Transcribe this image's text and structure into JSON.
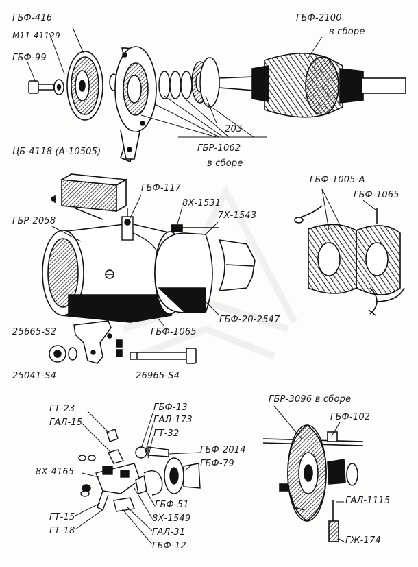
{
  "labels": {
    "gbf_416": "ГБФ-416",
    "m11_41129": "М11-41129",
    "gbf_99": "ГБФ-99",
    "gbf_2100": "ГБФ-2100",
    "gbf_2100_sub": "в сборе",
    "n203": "203",
    "gbr_1062": "ГБР-1062",
    "gbr_1062_sub": "в сборе",
    "cb_4118": "ЦБ-4118 (А-10505)",
    "gbf_117": "ГБФ-117",
    "x8_1531": "8Х-1531",
    "x7_1543": "7Х-1543",
    "gbr_2058": "ГБР-2058",
    "gbf_1005a": "ГБФ-1005-А",
    "gbf_1065_top": "ГБФ-1065",
    "gbf_1065": "ГБФ-1065",
    "gbf_20_2547": "ГБФ-20-2547",
    "s25665": "25665-S2",
    "s25041": "25041-S4",
    "s26965": "26965-S4",
    "gt_23": "ГТ-23",
    "gal_15": "ГАЛ-15",
    "x8_4165": "8Х-4165",
    "gt_15": "ГТ-15",
    "gt_18": "ГТ-18",
    "gbf_13": "ГБФ-13",
    "gal_173": "ГАЛ-173",
    "gt_32": "ГТ-32",
    "gbf_2014": "ГБФ-2014",
    "gbf_79": "ГБФ-79",
    "gbf_51": "ГБФ-51",
    "x8_1549": "8Х-1549",
    "gal_31": "ГАЛ-31",
    "gbf_12": "ГБФ-12",
    "gbr_3096": "ГБР-3096 в сборе",
    "gbf_102": "ГБФ-102",
    "gal_1115": "ГАЛ-1115",
    "gzh_174": "ГЖ-174"
  }
}
